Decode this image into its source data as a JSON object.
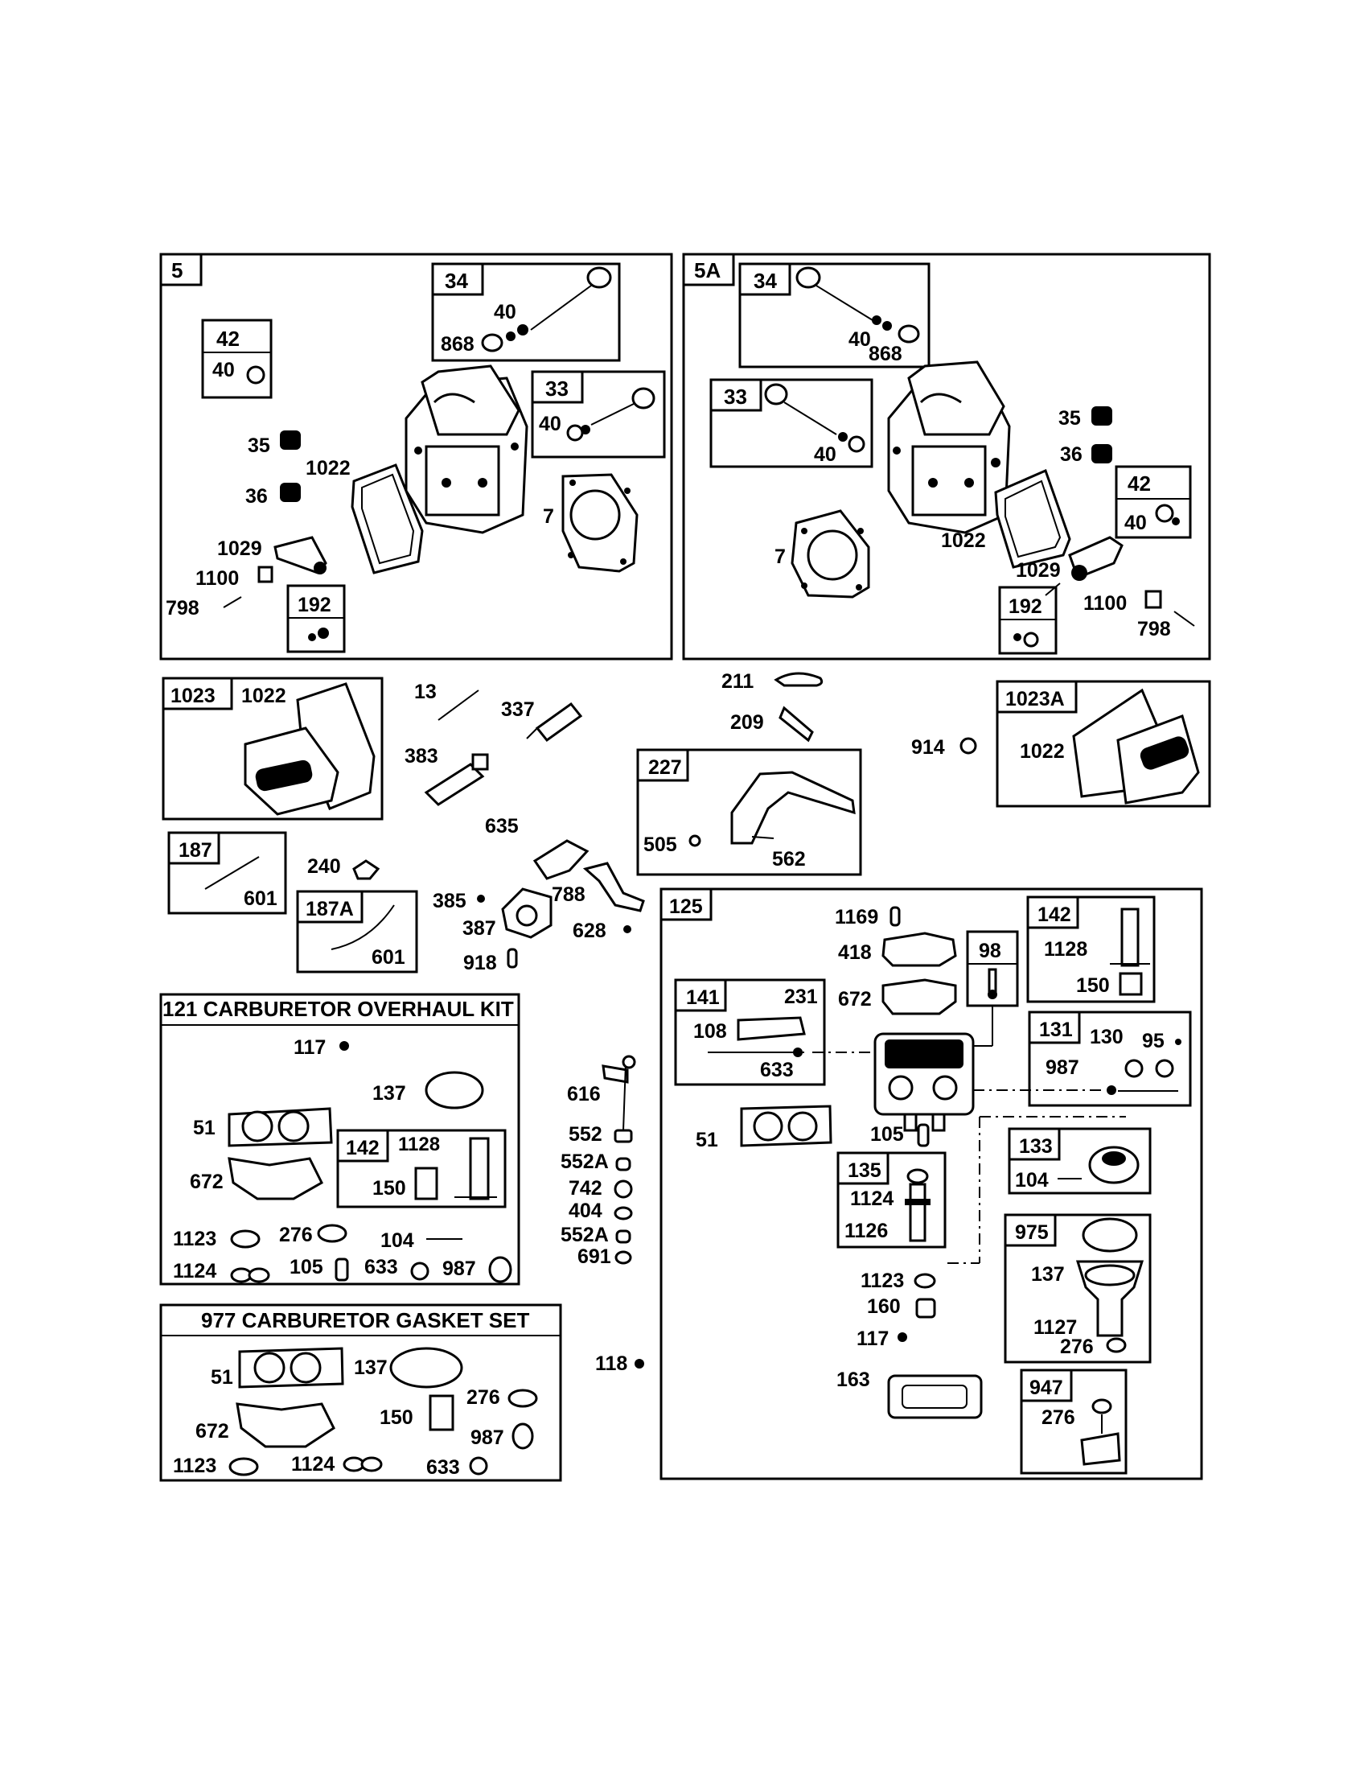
{
  "diagram": {
    "boxes": {
      "b5": "5",
      "b34a": "34",
      "b42a": "42",
      "b33a": "33",
      "b192a": "192",
      "b5A": "5A",
      "b34b": "34",
      "b33b": "33",
      "b42b": "42",
      "b192b": "192",
      "b1023": "1023",
      "b1023A": "1023A",
      "b227": "227",
      "b187": "187",
      "b187A": "187A",
      "b121": "121 CARBURETOR OVERHAUL KIT",
      "b142a": "142",
      "b977": "977 CARBURETOR GASKET SET",
      "b125": "125",
      "b141": "141",
      "b98": "98",
      "b142b": "142",
      "b131": "131",
      "b133": "133",
      "b135": "135",
      "b975": "975",
      "b947": "947"
    },
    "labels": {
      "l40a": "40",
      "l868a": "868",
      "l40b": "40",
      "l40c": "40",
      "l35a": "35",
      "l1022a": "1022",
      "l36a": "36",
      "l7a": "7",
      "l1029a": "1029",
      "l1100a": "1100",
      "l798a": "798",
      "l40d": "40",
      "l868b": "868",
      "l40e": "40",
      "l35b": "35",
      "l36b": "36",
      "l40f": "40",
      "l7b": "7",
      "l1022b": "1022",
      "l1029b": "1029",
      "l1100b": "1100",
      "l798b": "798",
      "l1022c": "1022",
      "l13": "13",
      "l337": "337",
      "l383": "383",
      "l211": "211",
      "l209": "209",
      "l914": "914",
      "l1022d": "1022",
      "l635": "635",
      "l505": "505",
      "l562": "562",
      "l601a": "601",
      "l240": "240",
      "l385": "385",
      "l387": "387",
      "l788": "788",
      "l628": "628",
      "l601b": "601",
      "l918": "918",
      "l117a": "117",
      "l137a": "137",
      "l51a": "51",
      "l1128a": "1128",
      "l150a": "150",
      "l672a": "672",
      "l1123a": "1123",
      "l276a": "276",
      "l104a": "104",
      "l1124a": "1124",
      "l105a": "105",
      "l633a": "633",
      "l987a": "987",
      "l51b": "51",
      "l137b": "137",
      "l276b": "276",
      "l150b": "150",
      "l672b": "672",
      "l987b": "987",
      "l1123b": "1123",
      "l1124b": "1124",
      "l633b": "633",
      "l616": "616",
      "l552": "552",
      "l552A1": "552A",
      "l742": "742",
      "l404": "404",
      "l552A2": "552A",
      "l691": "691",
      "l118": "118",
      "l1169": "1169",
      "l418": "418",
      "l1128b": "1128",
      "l150c": "150",
      "l672c": "672",
      "l108": "108",
      "l231": "231",
      "l633c": "633",
      "l130": "130",
      "l95": "95",
      "l987c": "987",
      "l51c": "51",
      "l105b": "105",
      "l104b": "104",
      "l1124b2": "1124",
      "l1126": "1126",
      "l137c": "137",
      "l1123c": "1123",
      "l160": "160",
      "l117b": "117",
      "l1127": "1127",
      "l276c": "276",
      "l163": "163",
      "l276d": "276"
    }
  }
}
